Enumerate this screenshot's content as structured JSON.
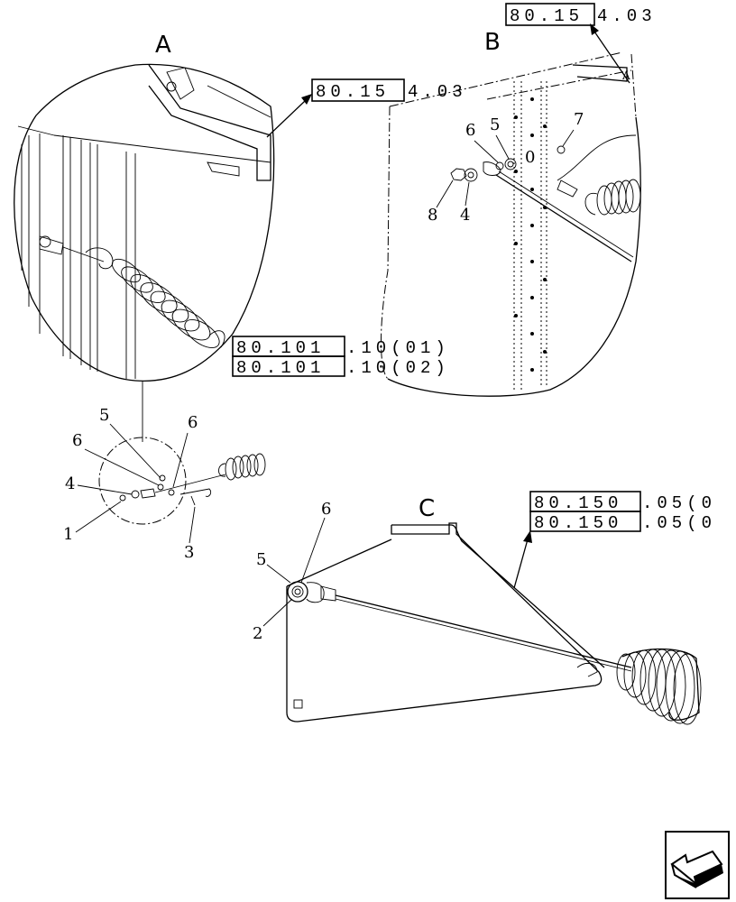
{
  "views": {
    "a": "A",
    "b": "B",
    "c": "C"
  },
  "refs": {
    "top_box": "80.15",
    "top_rest": "4.03",
    "a_box": "80.15",
    "a_rest": "4.03",
    "r101_box": "80.101",
    "r101_1_rest": ".10(01)",
    "r101_2_rest": ".10(02)",
    "r150_box": "80.150",
    "r150_1_rest": ".05(0",
    "r150_2_rest": ".05(0"
  },
  "callouts": {
    "b_5": "5",
    "b_6": "6",
    "b_7": "7",
    "b_8": "8",
    "b_4": "4",
    "b_0": "0",
    "m_5": "5",
    "m_6a": "6",
    "m_6b": "6",
    "m_4": "4",
    "m_1": "1",
    "m_3": "3",
    "c_6": "6",
    "c_5": "5",
    "c_2": "2"
  },
  "icons": {
    "nav": "back-arrow-icon"
  }
}
